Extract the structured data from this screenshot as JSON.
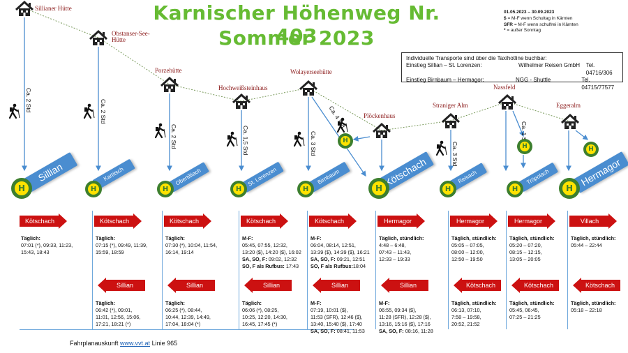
{
  "title": {
    "line1": "Karnischer Höhenweg  Nr. 403",
    "line2": "Sommer 2023"
  },
  "legend": {
    "period": "01.05.2023 – 30.09.2023",
    "items": [
      {
        "sym": "$",
        "text": "= M-F wenn Schultag in Kärnten"
      },
      {
        "sym": "SFR",
        "text": "= M-F wenn schulfrei in Kärnten"
      },
      {
        "sym": "*",
        "text": "= außer Sonntag"
      }
    ]
  },
  "taxi": {
    "intro": "Individuelle Transporte sind über die Taxihotline buchbar:",
    "rows": [
      {
        "route": "Einstieg Sillian – St. Lorenzen:",
        "company": "Wilhelmer Reisen GmbH",
        "phone": "Tel. 04716/306"
      },
      {
        "route": "Einstieg Birnbaum – Hermagor:",
        "company": "NGG - Shuttle",
        "phone": "Tel. 04715/77577"
      }
    ]
  },
  "huts": [
    "Sillianer Hütte",
    "Obstanser-See-\nHütte",
    "Porzehütte",
    "Hochweißsteinhaus",
    "Wolayerseehütte",
    "Plöckenhaus",
    "Straniger Alm",
    "Nassfeld",
    "Eggeralm"
  ],
  "walk_times": [
    "Ca. 2 Std",
    "Ca. 2 Std",
    "Ca. 2 Std",
    "Ca. 1,5 Std",
    "Ca. 3 Std",
    "Ca. 4 Std",
    "Ca. 3 Std",
    "Ca. 1 Std"
  ],
  "stops": [
    "Sillian",
    "Kartitsch",
    "Obertilliach",
    "St. Lorenzen",
    "Birnbaum",
    "Kötschach",
    "Reisach",
    "Tröpolach",
    "Hermagor"
  ],
  "bus_symbol": "H",
  "outbound": [
    {
      "dest": "Kötschach",
      "lines": [
        "Täglich:",
        "07:01 (*), 09:33, 11:23,",
        "15:43, 18:43"
      ]
    },
    {
      "dest": "Kötschach",
      "lines": [
        "Täglich:",
        "07:15 (*), 09:49, 11:39,",
        "15:59, 18:59"
      ]
    },
    {
      "dest": "Kötschach",
      "lines": [
        "Täglich:",
        "07:30 (*), 10:04, 11:54,",
        "16:14, 19:14"
      ]
    },
    {
      "dest": "Kötschach",
      "lines": [
        "M-F:",
        "05:45, 07:55, 12:32,",
        "13:20 ($), 14:20 ($), 16:02",
        "SA, SO, F: 09:02, 12:32",
        "SO, F als Rufbus: 17:43"
      ]
    },
    {
      "dest": "Kötschach",
      "lines": [
        "M-F:",
        "06:04, 08:14, 12:51,",
        "13:39 ($), 14:39 ($), 16:21",
        "SA, SO, F: 09:21, 12:51",
        "SO, F als Rufbus:18:04"
      ]
    },
    {
      "dest": "Hermagor",
      "lines": [
        "Täglich, stündlich:",
        "4:48 – 6:48,",
        "07:43 – 11:43,",
        "12:33 – 19:33"
      ]
    },
    {
      "dest": "Hermagor",
      "lines": [
        "Täglich, stündlich:",
        "05:05 – 07:05,",
        "08:00 – 12:00,",
        "12:50 – 19:50"
      ]
    },
    {
      "dest": "Hermagor",
      "lines": [
        "Täglich, stündlich:",
        "05:20 – 07:20,",
        "08:15 – 12:15,",
        "13:05 – 20:05"
      ]
    },
    {
      "dest": "Villach",
      "lines": [
        "Täglich, stündlich:",
        "05:44 – 22:44"
      ]
    }
  ],
  "inbound": [
    null,
    {
      "dest": "Sillian",
      "lines": [
        "Täglich:",
        "06:42 (*), 09:01,",
        "11:01, 12:56, 15:06,",
        "17:21, 18:21 (*)"
      ]
    },
    {
      "dest": "Sillian",
      "lines": [
        "Täglich:",
        "06:25 (*), 08:44,",
        "10:44, 12:39, 14:49,",
        "17:04, 18:04 (*)"
      ]
    },
    {
      "dest": "Sillian",
      "lines": [
        "Täglich:",
        "06:06 (*), 08:25,",
        "10:25, 12:20, 14:30,",
        "16:45, 17:45 (*)"
      ]
    },
    {
      "dest": "Sillian",
      "lines": [
        "M-F:",
        "07:19, 10:01 ($),",
        "11:53 (SFR), 12:46 ($),",
        "13:40, 15:40 ($), 17:40",
        "SA, SO, F: 08:41, 11:53"
      ]
    },
    {
      "dest": "Sillian",
      "lines": [
        "M-F:",
        "06:55, 09:34 ($),",
        "11:28 (SFR), 12:28 ($),",
        "13:16, 15:16 ($), 17:16",
        "SA, SO, F: 08:16, 11:28"
      ]
    },
    {
      "dest": "Kötschach",
      "lines": [
        "Täglich, stündlich:",
        "06:13, 07:10,",
        "7:58 – 19:58,",
        "20:52, 21:52"
      ]
    },
    {
      "dest": "Kötschach",
      "lines": [
        "Täglich, stündlich:",
        "05:45, 06:45,",
        "07:25 – 21:25"
      ]
    },
    {
      "dest": "Kötschach",
      "lines": [
        "Täglich, stündlich:",
        "05:18 – 22:18"
      ]
    }
  ],
  "footer": {
    "prefix": "Fahrplanauskunft ",
    "link": "www.vvt.at",
    "suffix": " Linie 965"
  },
  "colors": {
    "title": "#66bb33",
    "arrow": "#cc1111",
    "line": "#4a8dd0",
    "hut_label": "#8b1a1a"
  }
}
